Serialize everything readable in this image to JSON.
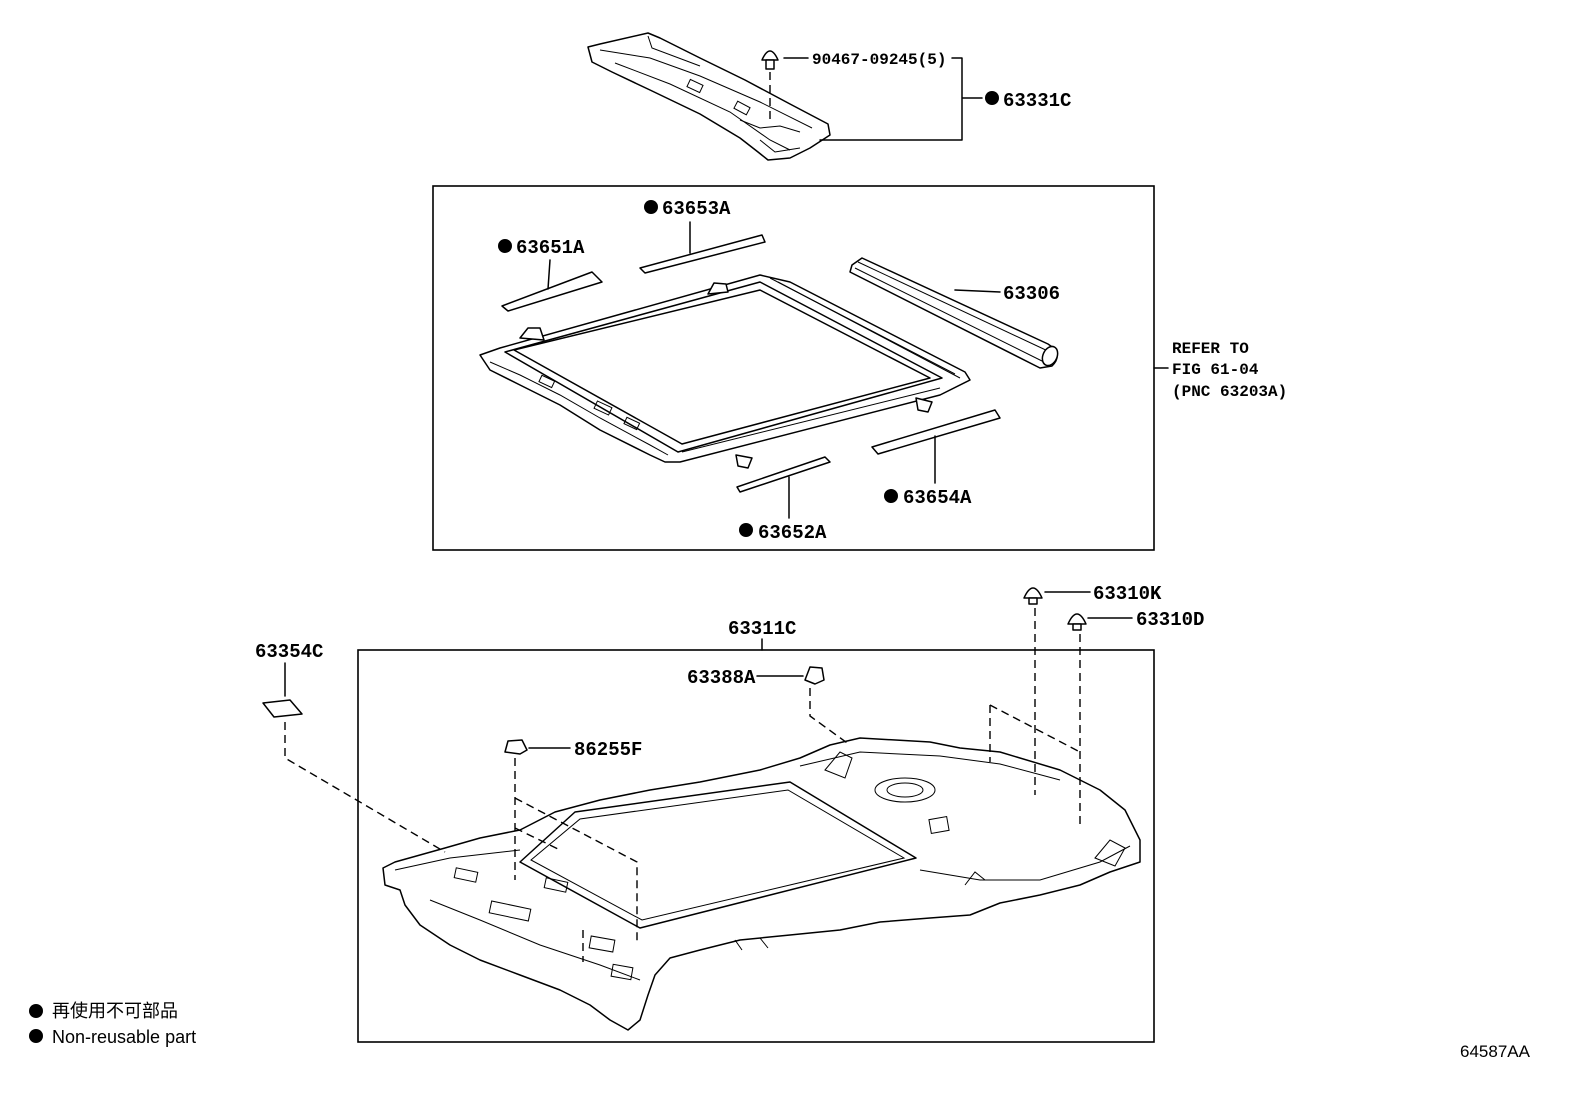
{
  "callouts": {
    "clip_top": "90467-09245(5)",
    "p63331c": "63331C",
    "p63653a": "63653A",
    "p63651a": "63651A",
    "p63306": "63306",
    "p63654a": "63654A",
    "p63652a": "63652A",
    "p63310k": "63310K",
    "p63310d": "63310D",
    "p63311c": "63311C",
    "p63354c": "63354C",
    "p63388a": "63388A",
    "p86255f": "86255F"
  },
  "refer": {
    "line1": "REFER TO",
    "line2": "FIG 61-04",
    "line3": "(PNC 63203A)"
  },
  "legend": {
    "jp": "再使用不可部品",
    "en": "Non-reusable part",
    "marker_icon": "filled-circle-bullet"
  },
  "figure_id": "64587AA",
  "colors": {
    "line": "#000000",
    "background": "#ffffff"
  }
}
